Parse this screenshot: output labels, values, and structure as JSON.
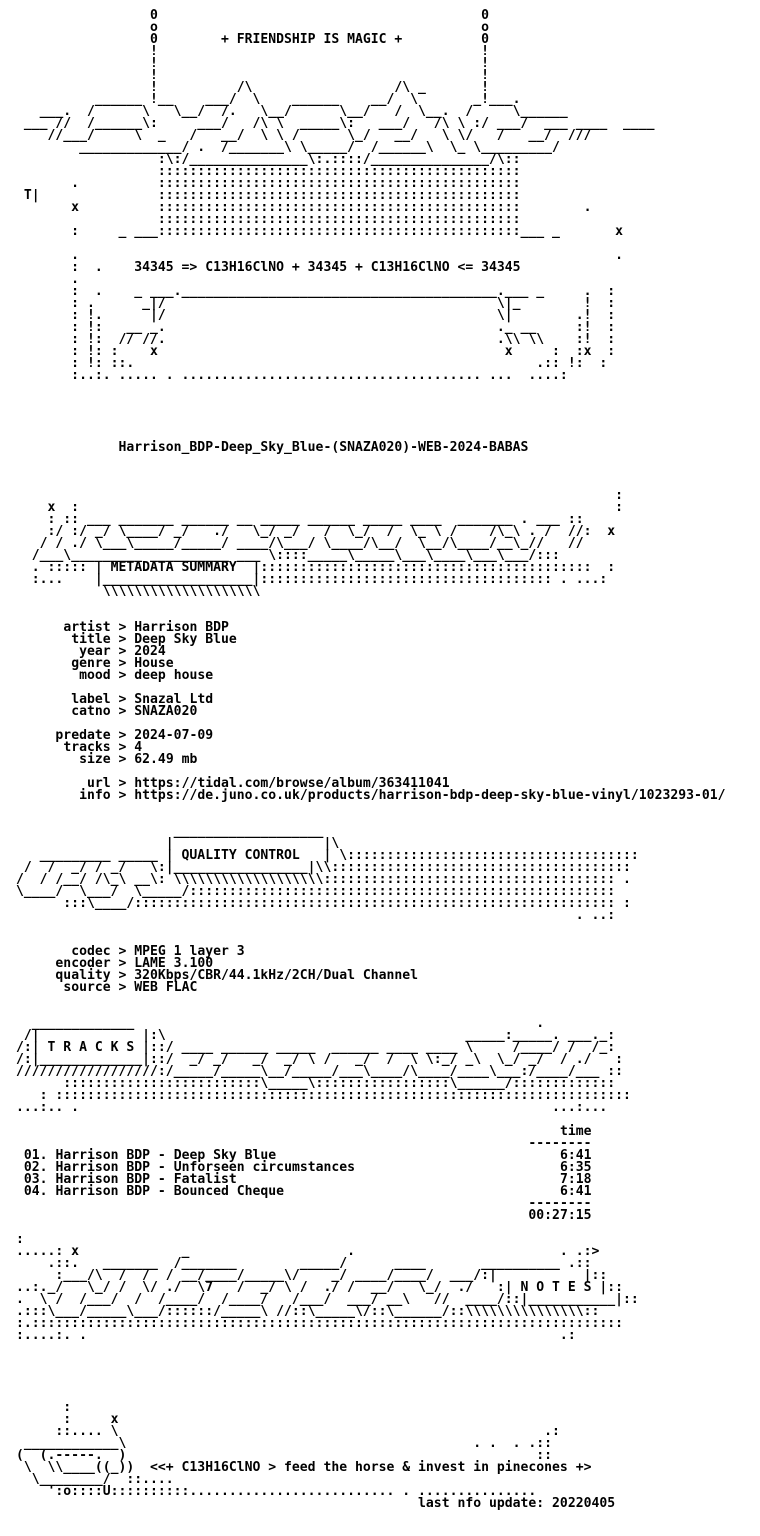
{
  "header_art": [
    "                 0                                         0",
    "                 o                                         o",
    "                 0        + FRIENDSHIP IS MAGIC +          0",
    "                 !                                         !",
    "                 !                                         !",
    "                 !                                         !",
    "                 !          /\\                  /\\ _       !",
    "          ______ !__    ___/  \\    ______    __/  \\       _!___.",
    "   ___.  /      \\   \\__/  /.   \\__/      \\__/   /  \\__.  /     \\______",
    " ___ //  /______\\:     ___/   /\\ \\  _____\\:   ___/   /\\ \\ :/ ___/  ___ ____  ____",
    "    //___/     \\  _   /   __/  \\ \\ /      \\_/   __/   \\ \\/   /   __/  ///",
    "        _____________/ .  /_______\\ \\_____/  /______\\  \\_ \\_________/",
    "                  :\\:/_______________\\:.::::/_______________/\\::",
    "                  ::::::::::::::::::::::::::::::::::::::::::::::",
    "       .          ::::::::::::::::::::::::::::::::::::::::::::::",
    " T|               ::::::::::::::::::::::::::::::::::::::::::::::",
    "       x          ::::::::::::::::::::::::::::::::::::::::::::::        .",
    "                  ::::::::::::::::::::::::::::::::::::::::::::::",
    "       :     _ ___::::::::::::::::::::::::::::::::::::::::::::::___ _       x",
    "",
    "       .                                                                    .",
    "       :  .    34345 => C13H16ClNO + 34345 + C13H16ClNO <= 34345",
    "       .",
    "       :  .    _ ___.________________________________________.___ _     .  :",
    "       : .      _|/                                          \\|_        !  :",
    "       : !.      |/                                          \\|        .!  :",
    "       : !:   __ _.                                          ._ __     :!  :",
    "       : !:  // //.                                          .\\\\ \\\\    :!  :",
    "       : !: :    x                                            x     :  :x  :",
    "       : !: ::.                                                   .:: !:  :",
    "       :..:. ..... . ...................................... ...  ....:",
    "",
    "",
    "",
    "",
    "",
    "             Harrison_BDP-Deep_Sky_Blue-(SNAZA020)-WEB-2024-BABAS"
  ],
  "metadata_art": [
    "                                                                            :",
    "    x  :                                                                    :",
    "    : :: ___ _______ ______ __ _____ ______ _____ ____  _______ . ___ ::",
    "    :/ :/ _/ \\____/ _/   ./   \\_/ _/   /  \\_/  /  \\_ \\ /    /\\_\\ . /  //:  x",
    "   / / ./ \\___\\_____/_____/ ____/\\___/ \\____/\\__/  \\__/\\____/__\\_//   //",
    "  /___\\_________ __________ ___ \\::::_____\\_____\\___\\____\\___\\___/:::",
    "  . ::::: | METADATA SUMMARY  |::::::::::::::::::::::::::::::::::::::::::  :",
    "  :...    |___________________|::::::::::::::::::::::::::::::::::::: . ...:",
    "           \\\\\\\\\\\\\\\\\\\\\\\\\\\\\\\\\\\\\\\\"
  ],
  "metadata": {
    "rows": [
      {
        "key": "artist",
        "value": "Harrison BDP"
      },
      {
        "key": "title",
        "value": "Deep Sky Blue"
      },
      {
        "key": "year",
        "value": "2024"
      },
      {
        "key": "genre",
        "value": "House"
      },
      {
        "key": "mood",
        "value": "deep house"
      },
      {
        "key": "",
        "value": ""
      },
      {
        "key": "label",
        "value": "Snazal Ltd"
      },
      {
        "key": "catno",
        "value": "SNAZA020"
      },
      {
        "key": "",
        "value": ""
      },
      {
        "key": "predate",
        "value": "2024-07-09"
      },
      {
        "key": "tracks",
        "value": "4"
      },
      {
        "key": "size",
        "value": "62.49 mb"
      },
      {
        "key": "",
        "value": ""
      },
      {
        "key": "url",
        "value": "https://tidal.com/browse/album/363411041"
      },
      {
        "key": "info",
        "value": "https://de.juno.co.uk/products/harrison-bdp-deep-sky-blue-vinyl/1023293-01/"
      }
    ]
  },
  "quality_art": [
    "                    ___________________",
    "                   |                   |\\",
    "   _________ _____ | QUALITY CONTROL   | \\:::::::::::::::::::::::::::::::::::::",
    " /  /  _/ / _/   \\:|_________________|\\\\::::::::::::::::::::::::::::::::::::::",
    "/  / /__/ /\\_\\ __\\: \\\\\\\\\\\\\\\\\\\\\\\\\\\\\\\\\\\\\\::::::::::::::::::::::::::::::::::::: .",
    "\\____/  \\___/  \\_____/::::::::::::::::::::::::::::::::::::::::::::::::::::::",
    "      :::\\____/::::::::::::::::::::::::::::::::::::::::::::::::::::::::::::: :",
    "                                                                       . ..:"
  ],
  "quality": {
    "rows": [
      {
        "key": "codec",
        "value": "MPEG 1 layer 3"
      },
      {
        "key": "encoder",
        "value": "LAME 3.100"
      },
      {
        "key": "quality",
        "value": "320Kbps/CBR/44.1kHz/2CH/Dual Channel"
      },
      {
        "key": "source",
        "value": "WEB FLAC"
      }
    ]
  },
  "tracks_art": [
    "  _____________                                                   .",
    " /|             |:\\                                      _____:_____. ___._:",
    "/:| T R A C K S |::/ ____ ______ _____  ______ ____ ____ \\     /____/ /  /_:",
    "/:|_____________|::/  _/ _/   _/  _/ \\ /   _/  /  \\ \\:_/ _\\  \\_/ _/  / ./   :",
    "//////////////////:/_____/_____\\__/_____/___\\____/\\____/____\\___:/____/___ ::",
    "      :::::::::::::::::::::::::\\_____\\:::::::::::::::::\\______/:::::::::::::",
    "   : :::::::::::::::::::::::::::::::::::::::::::::::::::::::::::::::::::::::::",
    "...:.. .                                                            ...:..."
  ],
  "tracks": {
    "time_header": "time",
    "rule": "--------",
    "items": [
      {
        "num": "01.",
        "artist": "Harrison BDP",
        "title": "Deep Sky Blue",
        "time": "6:41"
      },
      {
        "num": "02.",
        "artist": "Harrison BDP",
        "title": "Unforseen circumstances",
        "time": "6:35"
      },
      {
        "num": "03.",
        "artist": "Harrison BDP",
        "title": "Fatalist",
        "time": "7:18"
      },
      {
        "num": "04.",
        "artist": "Harrison BDP",
        "title": "Bounced Cheque",
        "time": "6:41"
      }
    ],
    "total": "00:27:15"
  },
  "notes_art": [
    ":",
    ".....: x             _                    .                          . .:>",
    "    .::.   _______  /_______        _____/      ____       __________ .::",
    "     :___/\\  /  /  / __/____/_____\\/    _/ ____/____/  ___/:|           |::",
    "..:._/   \\_/ /  \\/ ./  \\7   /  _/ \\ /  ./ /  __/   \\_/  ./   :| N O T E S |::",
    ".  \\ /  /___/  /  /____/  /____/   /___/  ___/ __\\   //  ____/::|___________|::",
    ".:::\\___/_____\\___/::::::/_____\\ //::\\_____\\/::\\______/::\\\\\\\\\\\\\\\\\\\\\\\\\\\\\\::",
    ":.:::::::::::::::::::::::::::::::::::::::::::::::::::::::::::::::::::::::::::",
    ":....:. .                                                            .:"
  ],
  "footer_art": [
    "",
    "",
    "",
    "",
    "      :",
    "      :     x",
    "     ::.... \\                                                      .:",
    " ____________\\                                            . .  . .::",
    "(  (.-----.  )                                                    ::",
    " \\  \\\\____((_))  <<+ C13H16ClNO > feed the horse & invest in pinecones +>",
    "  \\________/  ::....",
    "    ':o::::U::::::::::.......................... . ...............",
    "                                                   last nfo update: 20220405"
  ]
}
